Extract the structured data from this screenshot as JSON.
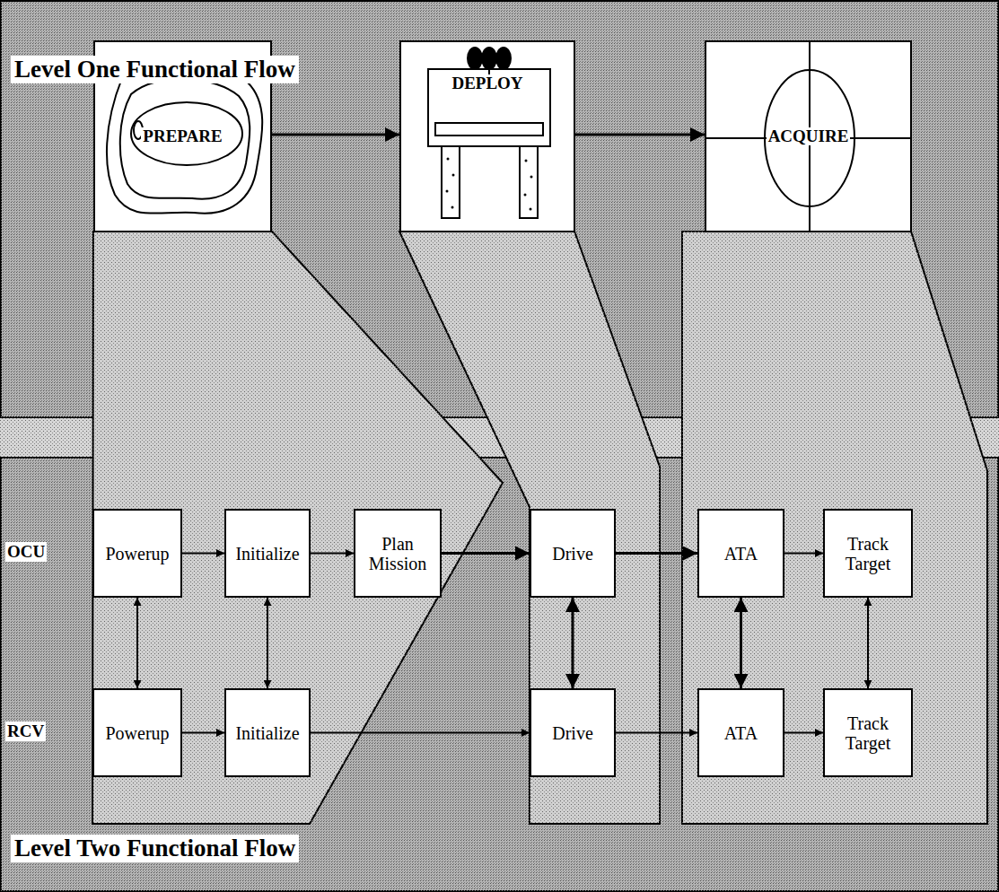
{
  "diagram": {
    "nodes": [
      {
        "text": [
          "PREPARE"
        ]
      },
      {
        "text": [
          "DEPLOY"
        ]
      },
      {
        "text": [
          "ACQUIRE"
        ]
      },
      {
        "text": [
          "Powerup"
        ]
      },
      {
        "text": [
          "Initialize"
        ]
      },
      {
        "text": [
          "Plan Mission"
        ]
      },
      {
        "text": [
          "Drive"
        ]
      },
      {
        "text": [
          "ATA"
        ]
      },
      {
        "text": [
          "Track Target"
        ]
      },
      {
        "text": [
          "Powerup"
        ]
      },
      {
        "text": [
          "Initialize"
        ]
      },
      {
        "text": [
          "Drive"
        ]
      },
      {
        "text": [
          "ATA"
        ]
      },
      {
        "text": [
          "Track Target"
        ]
      }
    ],
    "edges": [
      {
        "from": 0,
        "to": 1,
        "arrow": "to"
      },
      {
        "from": 1,
        "to": 2,
        "arrow": "to"
      },
      {
        "from": 3,
        "to": 4,
        "arrow": "to"
      },
      {
        "from": 4,
        "to": 5,
        "arrow": "to"
      },
      {
        "from": 5,
        "to": 6,
        "arrow": "to"
      },
      {
        "from": 6,
        "to": 7,
        "arrow": "to"
      },
      {
        "from": 7,
        "to": 8,
        "arrow": "to"
      },
      {
        "from": 9,
        "to": 10,
        "arrow": "to"
      },
      {
        "from": 10,
        "to": 11,
        "arrow": "to"
      },
      {
        "from": 11,
        "to": 12,
        "arrow": "to"
      },
      {
        "from": 12,
        "to": 13,
        "arrow": "to"
      },
      {
        "from": 3,
        "to": 9,
        "arrow": "both"
      },
      {
        "from": 4,
        "to": 10,
        "arrow": "both"
      },
      {
        "from": 6,
        "to": 11,
        "arrow": "both"
      },
      {
        "from": 7,
        "to": 12,
        "arrow": "both"
      },
      {
        "from": 8,
        "to": 13,
        "arrow": "both"
      }
    ],
    "labels": [
      "Level One Functional Flow",
      "Level Two Functional Flow",
      "OCU",
      "RCV"
    ]
  }
}
